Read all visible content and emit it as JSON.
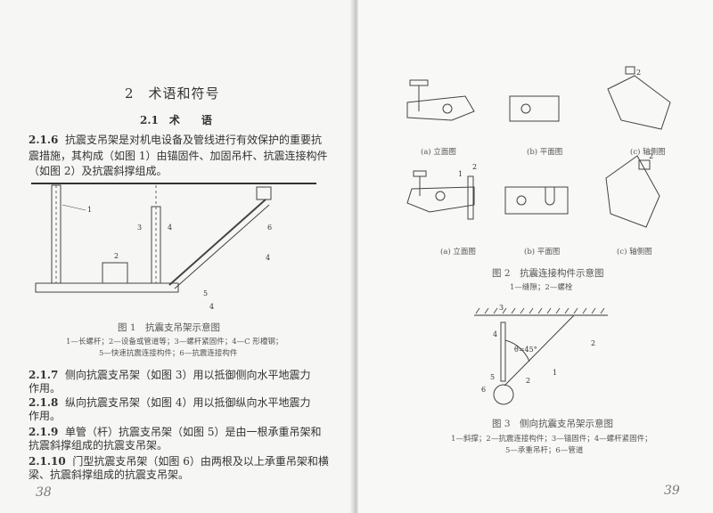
{
  "left_page": {
    "chapter_title": "2　术语和符号",
    "section_title": "2.1　术　　语",
    "clauses": [
      {
        "num": "2.1.6",
        "lines": [
          "抗震支吊架是对机电设备及管线进行有效保护的重要抗",
          "震措施，其构成（如图 1）由锚固件、加固吊杆、抗震连接构件",
          "（如图 2）及抗震斜撑组成。"
        ]
      },
      {
        "num": "2.1.7",
        "lines": [
          "侧向抗震支吊架（如图 3）用以抵御侧向水平地震力",
          "作用。"
        ]
      },
      {
        "num": "2.1.8",
        "lines": [
          "纵向抗震支吊架（如图 4）用以抵御纵向水平地震力",
          "作用。"
        ]
      },
      {
        "num": "2.1.9",
        "lines": [
          "单管（杆）抗震支吊架（如图 5）是由一根承重吊架和",
          "抗震斜撑组成的抗震支吊架。"
        ]
      },
      {
        "num": "2.1.10",
        "lines": [
          "门型抗震支吊架（如图 6）由两根及以上承重吊架和横",
          "梁、抗震斜撑组成的抗震支吊架。"
        ]
      }
    ],
    "figure1": {
      "caption": "图 1　抗震支吊架示意图",
      "legend": [
        "1—长螺杆；2—设备或管道等；3—螺杆紧固件；4—C 形槽钢；",
        "5—快速抗震连接构件；6—抗震连接构件"
      ],
      "labels": [
        "1",
        "2",
        "3",
        "4",
        "4",
        "4",
        "5",
        "6"
      ]
    },
    "page_number": "38"
  },
  "right_page": {
    "figure2": {
      "row1_captions": [
        "(a) 立面图",
        "(b) 平面图",
        "(c) 轴侧图"
      ],
      "row2_captions": [
        "(a) 立面图",
        "(b) 平面图",
        "(c) 轴侧图"
      ],
      "labels": [
        "2",
        "1",
        "2",
        "2"
      ],
      "caption": "图 2　抗震连接构件示意图",
      "legend": "1—缝隙；2—螺栓"
    },
    "figure3": {
      "labels": [
        "1",
        "2",
        "2",
        "3",
        "4",
        "5",
        "6"
      ],
      "angle_label": "θ=45°",
      "caption": "图 3　侧向抗震支吊架示意图",
      "legend": [
        "1—斜撑；2—抗震连接构件；3—锚固件；4—螺杆紧固件；",
        "5—承重吊杆；6—管道"
      ]
    },
    "page_number": "39"
  }
}
